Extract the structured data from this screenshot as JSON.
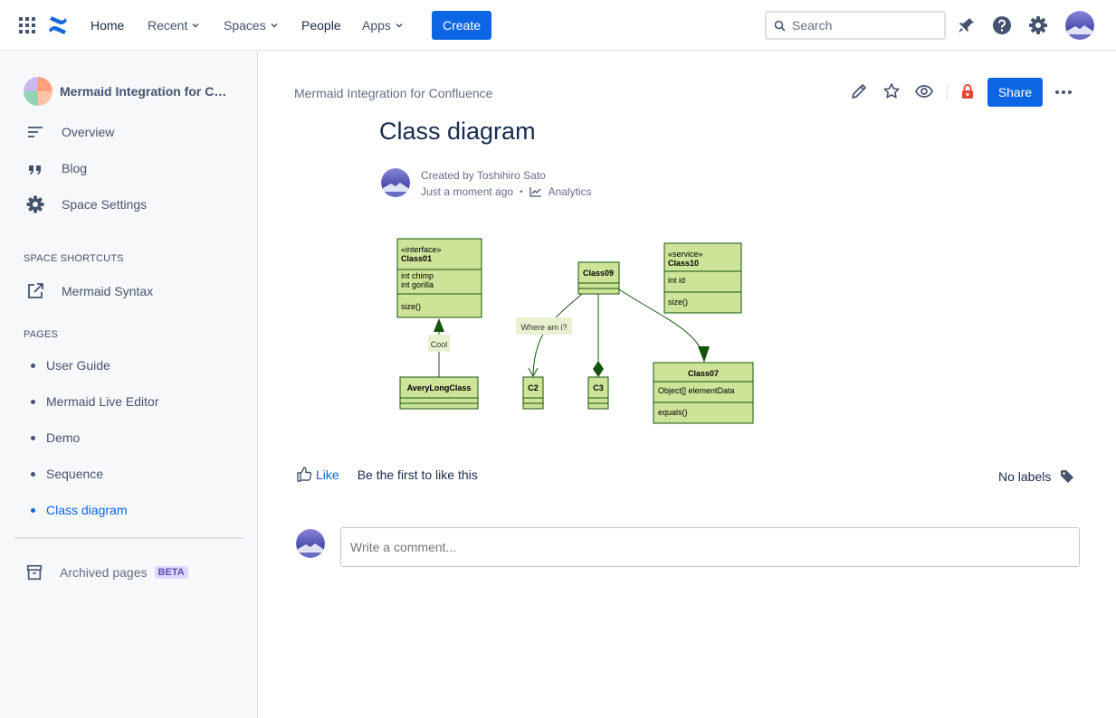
{
  "topnav": {
    "home": "Home",
    "recent": "Recent",
    "spaces": "Spaces",
    "people": "People",
    "apps": "Apps",
    "create": "Create",
    "search_placeholder": "Search"
  },
  "sidebar": {
    "space_name": "Mermaid Integration for Co...",
    "overview": "Overview",
    "blog": "Blog",
    "space_settings": "Space Settings",
    "shortcuts_label": "SPACE SHORTCUTS",
    "shortcut_mermaid_syntax": "Mermaid Syntax",
    "pages_label": "PAGES",
    "pages": [
      {
        "label": "User Guide"
      },
      {
        "label": "Mermaid Live Editor"
      },
      {
        "label": "Demo"
      },
      {
        "label": "Sequence"
      },
      {
        "label": "Class diagram"
      }
    ],
    "archived": "Archived pages",
    "beta": "BETA"
  },
  "page": {
    "breadcrumb": "Mermaid Integration for Confluence",
    "share": "Share",
    "title": "Class diagram",
    "created_by": "Created by Toshihiro Sato",
    "time": "Just a moment ago",
    "analytics": "Analytics",
    "like": "Like",
    "like_text": "Be the first to like this",
    "labels": "No labels",
    "comment_placeholder": "Write a comment..."
  },
  "diagram": {
    "class01_stereo": "«interface»",
    "class01": "Class01",
    "class01_attr1": "int chimp",
    "class01_attr2": "int gorilla",
    "class01_method": "size()",
    "class09": "Class09",
    "class10_stereo": "«service»",
    "class10": "Class10",
    "class10_attr": "int id",
    "class10_method": "size()",
    "label_cool": "Cool",
    "label_where": "Where am i?",
    "averylong": "AveryLongClass",
    "c2": "C2",
    "c3": "C3",
    "class07": "Class07",
    "class07_attr": "Object[] elementData",
    "class07_method": "equals()"
  },
  "colors": {
    "accent": "#0c66e4",
    "diagram_fill": "#cde498",
    "diagram_stroke": "#13540c"
  }
}
